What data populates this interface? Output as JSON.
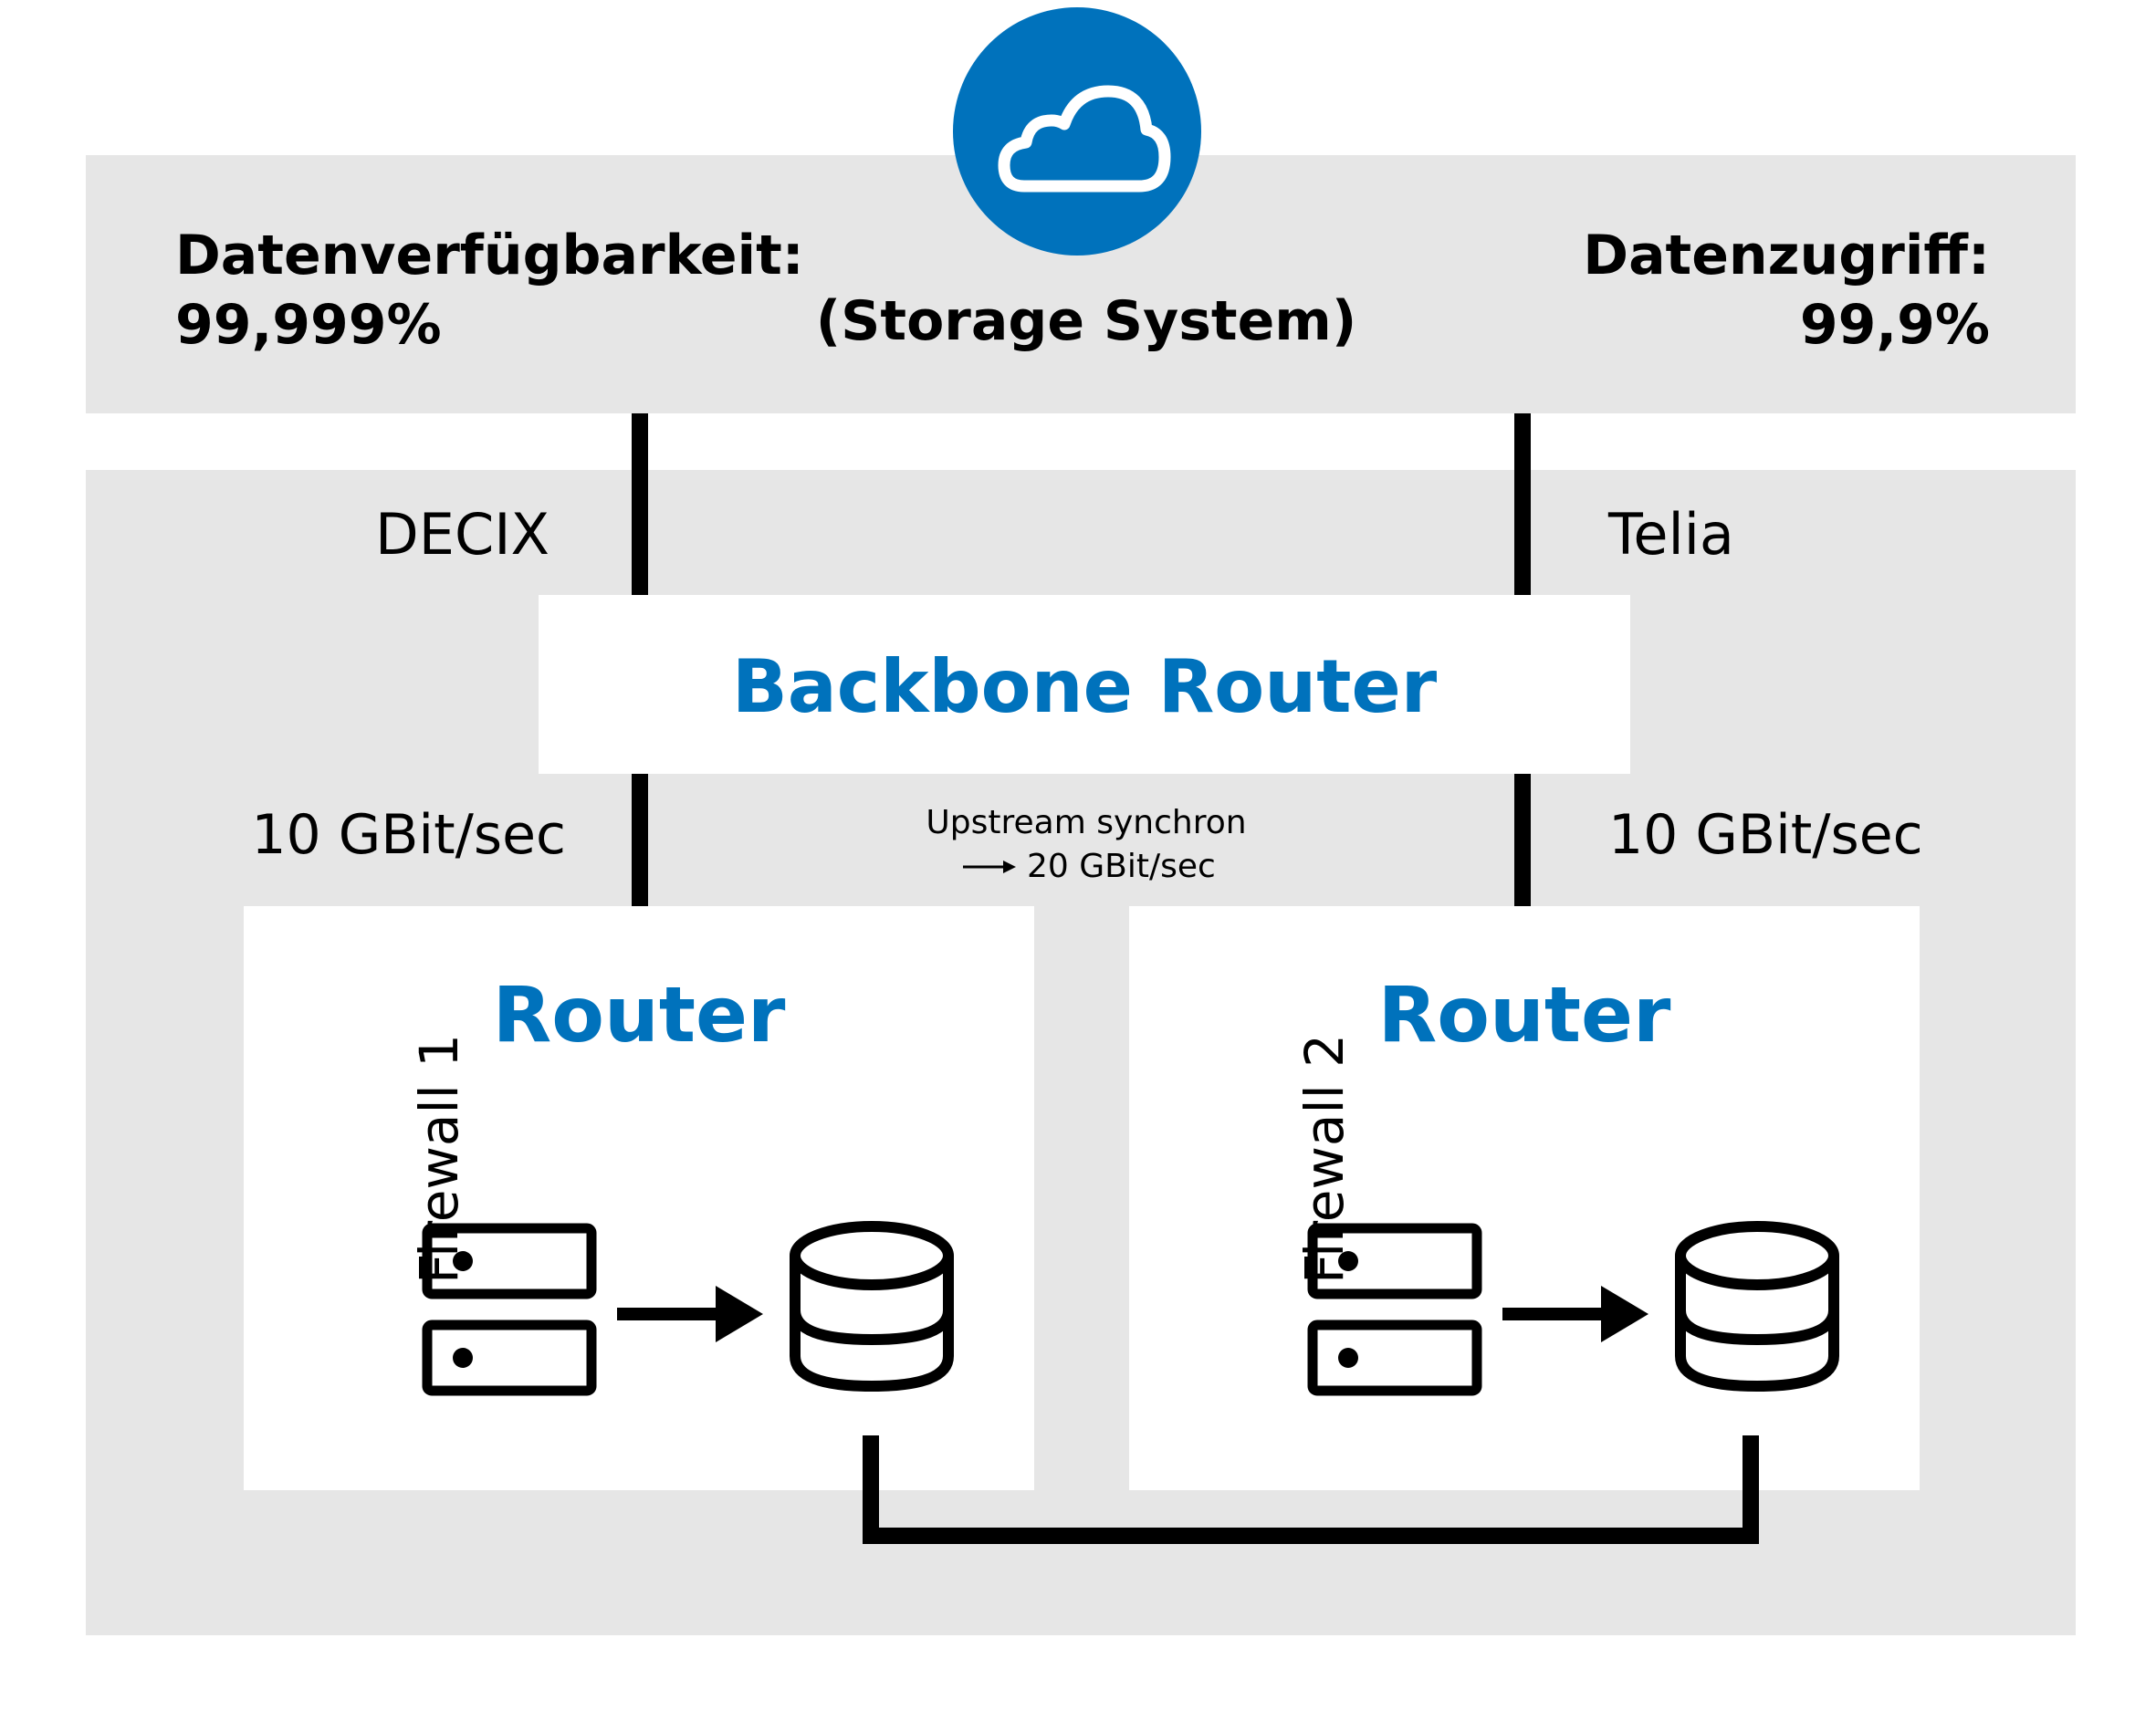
{
  "storage": {
    "availability_label": "Datenverfügbarkeit:",
    "availability_value": "99,999%",
    "system_label": "(Storage System)",
    "access_label": "Datenzugriff:",
    "access_value": "99,9%"
  },
  "network": {
    "left_carrier": "DECIX",
    "right_carrier": "Telia",
    "backbone_label": "Backbone Router",
    "left_speed": "10 GBit/sec",
    "right_speed": "10 GBit/sec",
    "upstream_line1": "Upstream synchron",
    "upstream_line2": "20 GBit/sec"
  },
  "routers": [
    {
      "title": "Router",
      "firewall": "Firewall 1"
    },
    {
      "title": "Router",
      "firewall": "Firewall 2"
    }
  ],
  "colors": {
    "accent": "#0072bc",
    "panel": "#e6e6e6",
    "box": "#ffffff",
    "line": "#000000"
  },
  "icons": [
    "cloud-icon",
    "server-icon",
    "database-icon",
    "arrow-right-icon"
  ]
}
